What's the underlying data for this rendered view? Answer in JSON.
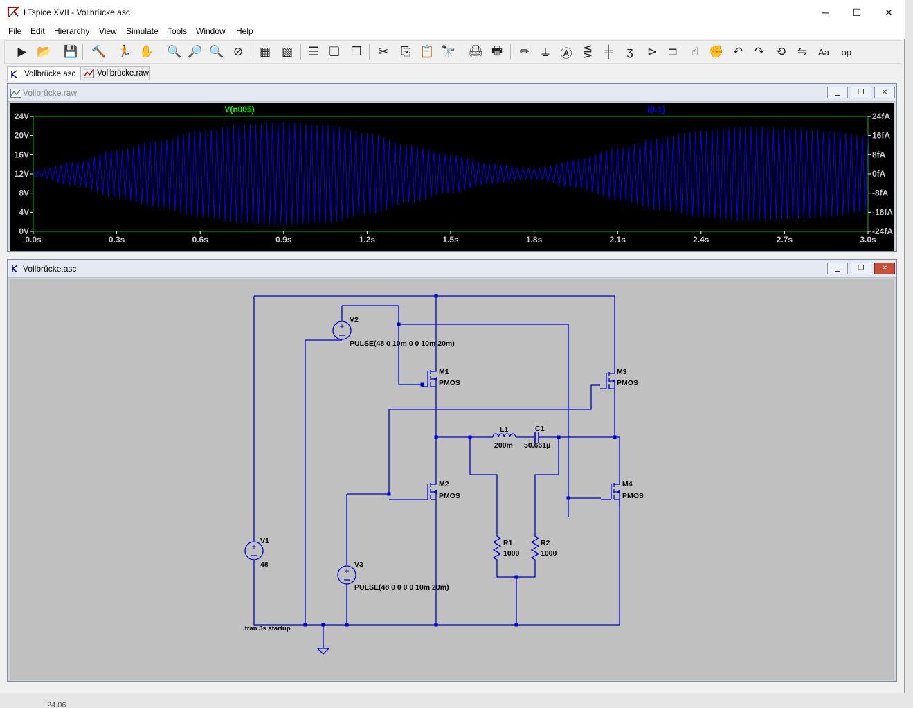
{
  "window": {
    "title": "LTspice XVII - Vollbrücke.asc"
  },
  "window_controls": {
    "minimize": "─",
    "maximize": "☐",
    "close": "✕"
  },
  "menu": [
    "File",
    "Edit",
    "Hierarchy",
    "View",
    "Simulate",
    "Tools",
    "Window",
    "Help"
  ],
  "toolbar": [
    {
      "name": "run-icon",
      "glyph": "▶"
    },
    {
      "name": "open-icon",
      "glyph": "📂"
    },
    {
      "name": "save-icon",
      "glyph": "💾"
    },
    {
      "name": "control-panel-icon",
      "glyph": "🔨"
    },
    {
      "name": "halt-icon",
      "glyph": "🏃"
    },
    {
      "name": "pan-icon",
      "glyph": "✋"
    },
    {
      "name": "zoom-in-icon",
      "glyph": "🔍"
    },
    {
      "name": "zoom-extents-icon",
      "glyph": "🔎"
    },
    {
      "name": "zoom-out-icon",
      "glyph": "🔍"
    },
    {
      "name": "zoom-cancel-icon",
      "glyph": "⊘"
    },
    {
      "name": "autorange-icon",
      "glyph": "▦"
    },
    {
      "name": "grid-icon",
      "glyph": "▧"
    },
    {
      "name": "tile-horizontal-icon",
      "glyph": "☰"
    },
    {
      "name": "cascade-icon",
      "glyph": "❏"
    },
    {
      "name": "tile-vertical-icon",
      "glyph": "❐"
    },
    {
      "name": "cut-icon",
      "glyph": "✂"
    },
    {
      "name": "copy-icon",
      "glyph": "⎘"
    },
    {
      "name": "paste-icon",
      "glyph": "📋"
    },
    {
      "name": "find-icon",
      "glyph": "🔭"
    },
    {
      "name": "print-icon",
      "glyph": "🖨"
    },
    {
      "name": "print-setup-icon",
      "glyph": "🖶"
    },
    {
      "name": "draw-wire-icon",
      "glyph": "✏"
    },
    {
      "name": "ground-icon",
      "glyph": "⏚"
    },
    {
      "name": "label-net-icon",
      "glyph": "Ⓐ"
    },
    {
      "name": "resistor-icon",
      "glyph": "⋚"
    },
    {
      "name": "capacitor-icon",
      "glyph": "╪"
    },
    {
      "name": "inductor-icon",
      "glyph": "ʒ"
    },
    {
      "name": "diode-icon",
      "glyph": "⊳"
    },
    {
      "name": "component-icon",
      "glyph": "⊐"
    },
    {
      "name": "move-icon",
      "glyph": "☝"
    },
    {
      "name": "drag-icon",
      "glyph": "✊"
    },
    {
      "name": "undo-icon",
      "glyph": "↶"
    },
    {
      "name": "redo-icon",
      "glyph": "↷"
    },
    {
      "name": "rotate-icon",
      "glyph": "⟲"
    },
    {
      "name": "mirror-icon",
      "glyph": "⇋"
    },
    {
      "name": "text-icon",
      "glyph": "Aa"
    },
    {
      "name": "spice-directive-icon",
      "glyph": ".op"
    }
  ],
  "tabs": [
    {
      "label": "Vollbrücke.asc",
      "active": true
    },
    {
      "label": "Vollbrücke.raw",
      "active": false
    }
  ],
  "plot_window": {
    "title": "Vollbrücke.raw",
    "traces": [
      {
        "label": "V(n005)",
        "color": "#00ff00"
      },
      {
        "label": "I(L1)",
        "color": "#0000ff"
      }
    ]
  },
  "schematic_window": {
    "title": "Vollbrücke.asc"
  },
  "chart_data": {
    "type": "line",
    "x_ticks": [
      "0.0s",
      "0.3s",
      "0.6s",
      "0.9s",
      "1.2s",
      "1.5s",
      "1.8s",
      "2.1s",
      "2.4s",
      "2.7s",
      "3.0s"
    ],
    "y_left_ticks": [
      "24V",
      "20V",
      "16V",
      "12V",
      "8V",
      "4V",
      "0V"
    ],
    "y_right_ticks": [
      "24fA",
      "16fA",
      "8fA",
      "0fA",
      "-8fA",
      "-16fA",
      "-24fA"
    ],
    "xlim": [
      0,
      3.0
    ],
    "ylim_left": [
      0,
      24
    ],
    "ylim_right": [
      -24,
      24
    ],
    "grid": false,
    "series": [
      {
        "name": "V(n005)",
        "color": "#00ff00",
        "values": []
      },
      {
        "name": "I(L1)",
        "color": "#0000ff",
        "envelope": {
          "x": [
            0.0,
            0.15,
            0.3,
            0.45,
            0.6,
            0.75,
            0.9,
            1.05,
            1.2,
            1.35,
            1.5,
            1.65,
            1.8,
            1.95,
            2.1,
            2.25,
            2.4,
            2.55,
            2.7,
            2.85,
            3.0
          ],
          "amplitude": [
            1,
            5,
            10,
            14,
            18,
            20.5,
            21.5,
            20.5,
            17,
            12,
            8,
            4,
            2,
            6,
            11,
            15,
            18,
            19.5,
            19,
            18,
            16
          ]
        }
      }
    ]
  },
  "schematic": {
    "components": [
      {
        "ref": "V1",
        "value": "48"
      },
      {
        "ref": "V2",
        "value": "PULSE(48 0 10m 0 0 10m 20m)"
      },
      {
        "ref": "V3",
        "value": "PULSE(48 0 0 0 0 10m 20m)"
      },
      {
        "ref": "M1",
        "value": "PMOS"
      },
      {
        "ref": "M2",
        "value": "PMOS"
      },
      {
        "ref": "M3",
        "value": "PMOS"
      },
      {
        "ref": "M4",
        "value": "PMOS"
      },
      {
        "ref": "L1",
        "value": "200m"
      },
      {
        "ref": "C1",
        "value": "50.661µ"
      },
      {
        "ref": "R1",
        "value": "1000"
      },
      {
        "ref": "R2",
        "value": "1000"
      }
    ],
    "directive": ".tran 3s startup",
    "wire_color": "#0000c8"
  },
  "background_note": "24.06"
}
